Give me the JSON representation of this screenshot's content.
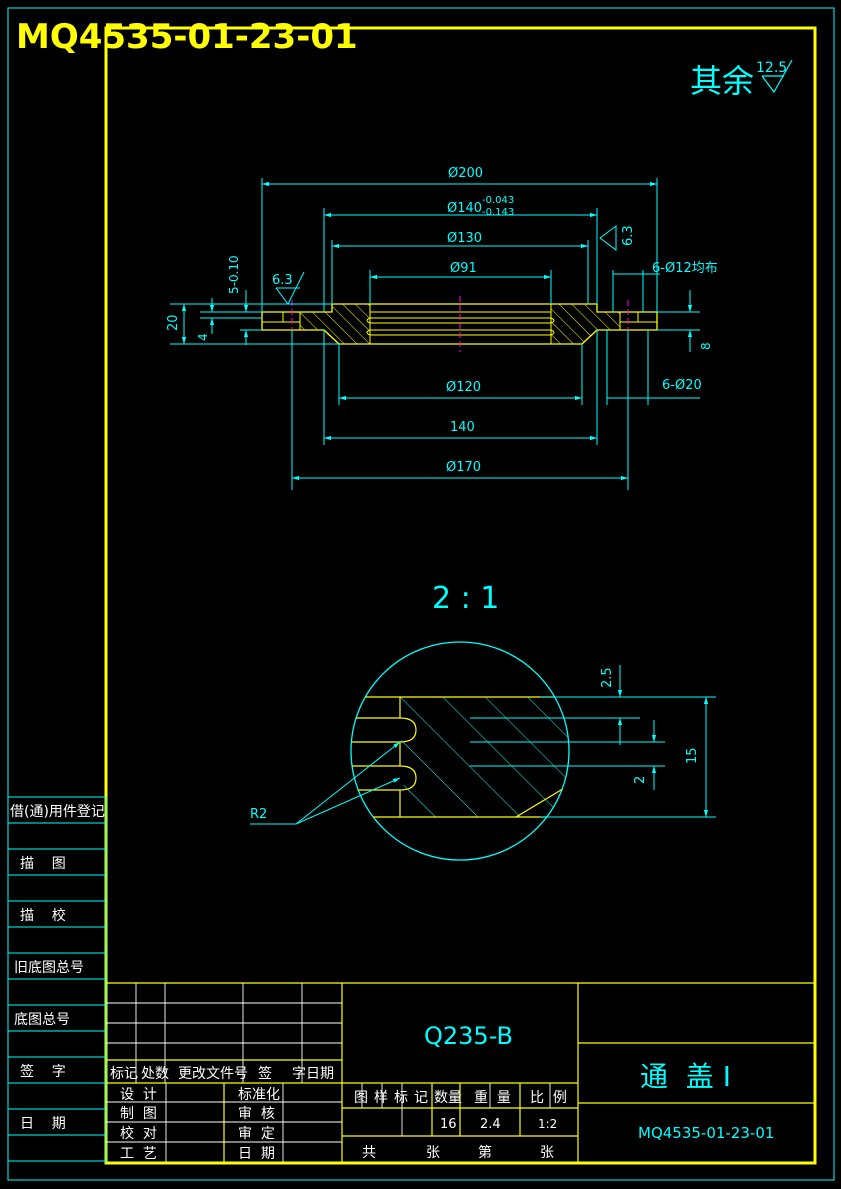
{
  "drawing_number": "MQ4535-01-23-01",
  "roughness": {
    "label": "其余",
    "value": "12.5"
  },
  "main_view": {
    "dims": {
      "d200": "Ø200",
      "d140": "Ø140",
      "tol_upper": "-0.043",
      "tol_lower": "-0.143",
      "d130": "Ø130",
      "d91": "Ø91",
      "d120": "Ø120",
      "l140": "140",
      "d170": "Ø170",
      "h20": "20",
      "h4": "4",
      "h5": "5-0.10",
      "h8": "8",
      "holes12": "6-Ø12均布",
      "holes20": "6-Ø20",
      "rough_left": "6.3",
      "rough_right": "6.3"
    }
  },
  "detail_view": {
    "scale": "2 : 1",
    "dims": {
      "d2_5": "2.5",
      "d2": "2",
      "d15": "15",
      "r2": "R2"
    }
  },
  "side_table": {
    "rows": [
      "借(通)用件登记",
      "描    图",
      "描    校",
      "旧底图总号",
      "底图总号",
      "签    字",
      "日    期"
    ]
  },
  "title_block": {
    "material": "Q235-B",
    "part_name": "通  盖 I",
    "drawing_number": "MQ4535-01-23-01",
    "revision_header": {
      "mark": "标记",
      "count": "处数",
      "change_doc": "更改文件号",
      "sign": "签",
      "date": "字日期"
    },
    "roles_left": [
      "设  计",
      "制  图",
      "校  对",
      "工  艺"
    ],
    "roles_right": [
      "标准化",
      "审  核",
      "审  定",
      "日  期"
    ],
    "info_header": {
      "sample": "图样标记",
      "quantity": "数量",
      "weight": "重  量",
      "ratio": "比  例"
    },
    "info_values": {
      "quantity": "16",
      "weight": "2.4",
      "ratio": "1:2"
    },
    "sheet_row": {
      "total": "共",
      "sheets1": "张",
      "nth": "第",
      "sheets2": "张"
    }
  },
  "colors": {
    "frame": "#ffff00",
    "lines": "#00ffff",
    "center": "#ff00ff",
    "background": "#000000"
  }
}
